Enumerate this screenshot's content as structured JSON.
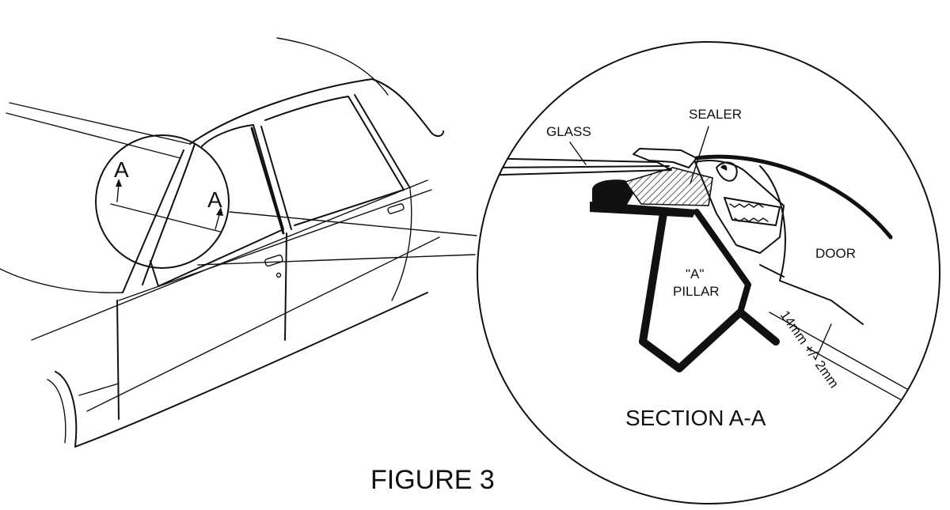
{
  "figure": {
    "caption": "FIGURE 3"
  },
  "car_view": {
    "marker_left": "A",
    "marker_right": "A"
  },
  "section": {
    "title": "SECTION A-A",
    "labels": {
      "glass": "GLASS",
      "sealer": "SEALER",
      "pillar_line1": "\"A\"",
      "pillar_line2": "PILLAR",
      "door": "DOOR",
      "dimension": "14mm +/- 2mm"
    }
  },
  "colors": {
    "ink": "#111111",
    "paper": "#ffffff"
  }
}
